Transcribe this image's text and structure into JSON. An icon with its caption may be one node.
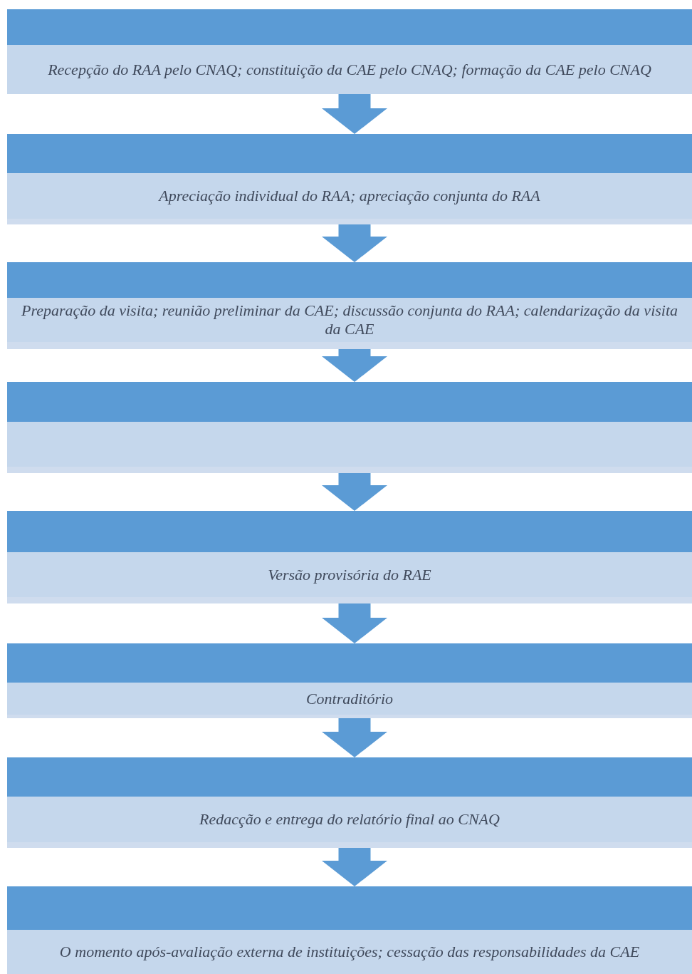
{
  "diagram": {
    "nodes": [
      {
        "text": [
          "Recepção do RAA pelo CNAQ; constituição da CAE pelo CNAQ; formação da CAE pelo CNAQ"
        ]
      },
      {
        "text": [
          "Apreciação individual do RAA; apreciação conjunta do RAA"
        ]
      },
      {
        "text": [
          "Preparação da visita; reunião preliminar da CAE; discussão conjunta do RAA; calendarização da visita da CAE"
        ]
      },
      {
        "text": [],
        "shape": "box"
      },
      {
        "text": [
          "Versão provisória do RAE"
        ]
      },
      {
        "text": [
          "Contraditório"
        ]
      },
      {
        "text": [
          "Redacção e entrega do relatório final ao CNAQ"
        ]
      },
      {
        "text": [
          "O momento após-avaliação externa de instituições; cessação das responsabilidades da CAE"
        ]
      }
    ],
    "edges": [
      {
        "from": 0,
        "to": 1,
        "arrow": "to"
      },
      {
        "from": 1,
        "to": 2,
        "arrow": "to"
      },
      {
        "from": 2,
        "to": 3,
        "arrow": "to"
      },
      {
        "from": 3,
        "to": 4,
        "arrow": "to"
      },
      {
        "from": 4,
        "to": 5,
        "arrow": "to"
      },
      {
        "from": 5,
        "to": 6,
        "arrow": "to"
      },
      {
        "from": 6,
        "to": 7,
        "arrow": "to"
      }
    ]
  }
}
